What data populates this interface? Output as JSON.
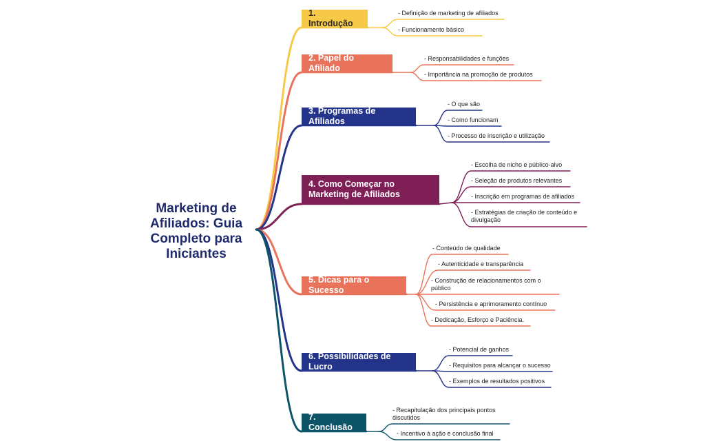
{
  "root": {
    "line1": "Marketing de",
    "line2": "Afiliados: Guia",
    "line3": "Completo para",
    "line4": "Iniciantes"
  },
  "colors": {
    "yellow": "#f7c948",
    "salmon": "#e8735a",
    "navy": "#24348a",
    "plum": "#7e1f56",
    "teal": "#0e5468"
  },
  "branches": [
    {
      "label": "1. Introdução",
      "color": "#f7c948",
      "leaves": [
        "- Definição de marketing de afiliados",
        "- Funcionamento básico"
      ]
    },
    {
      "label": "2. Papel do Afiliado",
      "color": "#e8735a",
      "leaves": [
        "- Responsabilidades e funções",
        "- Importância na promoção de produtos"
      ]
    },
    {
      "label": "3. Programas de Afiliados",
      "color": "#24348a",
      "leaves": [
        "- O que são",
        "- Como funcionam",
        "- Processo de inscrição e utilização"
      ]
    },
    {
      "label": "4. Como Começar no Marketing de Afiliados",
      "color": "#7e1f56",
      "leaves": [
        "- Escolha de nicho e público-alvo",
        "- Seleção de produtos relevantes",
        "- Inscrição em programas de afiliados",
        "- Estratégias de criação de conteúdo e divulgação"
      ]
    },
    {
      "label": "5. Dicas para o Sucesso",
      "color": "#e8735a",
      "leaves": [
        "- Conteúdo de qualidade",
        "- Autenticidade e transparência",
        "- Construção de relacionamentos com o público",
        "- Persistência e aprimoramento contínuo",
        "- Dedicação, Esforço e Paciência."
      ]
    },
    {
      "label": "6. Possibilidades de Lucro",
      "color": "#24348a",
      "leaves": [
        "- Potencial de ganhos",
        "- Requisitos para alcançar o sucesso",
        "- Exemplos de resultados positivos"
      ]
    },
    {
      "label": "7. Conclusão",
      "color": "#0e5468",
      "leaves": [
        "- Recapitulação dos principais pontos discutidos",
        "- Incentivo à ação e conclusão final"
      ]
    }
  ]
}
